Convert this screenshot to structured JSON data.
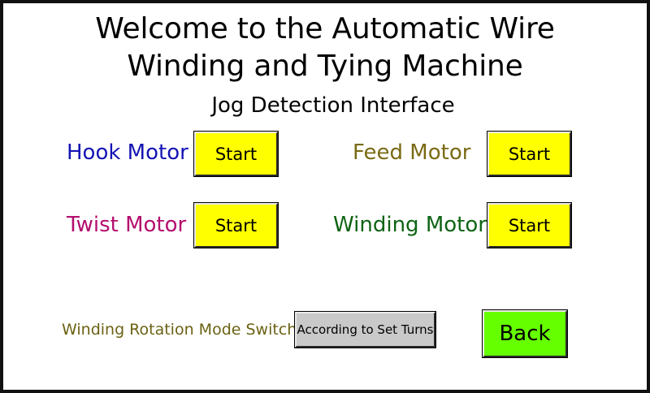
{
  "header": {
    "title_line1": "Welcome to the Automatic Wire",
    "title_line2": "Winding and Tying Machine",
    "subtitle": "Jog Detection Interface"
  },
  "motors": {
    "hook": {
      "label": "Hook Motor",
      "button": "Start",
      "color": "#1414b4"
    },
    "feed": {
      "label": "Feed Motor",
      "button": "Start",
      "color": "#7a6a14"
    },
    "twist": {
      "label": "Twist Motor",
      "button": "Start",
      "color": "#b40e6e"
    },
    "winding": {
      "label": "Winding Motor",
      "button": "Start",
      "color": "#0e6414"
    }
  },
  "mode_switch": {
    "label": "Winding Rotation Mode Switch",
    "button": "According to Set Turns",
    "label_color": "#6b6214"
  },
  "back_button": "Back",
  "colors": {
    "start_button": "#ffff00",
    "mode_button": "#c9c9c9",
    "back_button": "#66ff00",
    "frame": "#111111"
  }
}
